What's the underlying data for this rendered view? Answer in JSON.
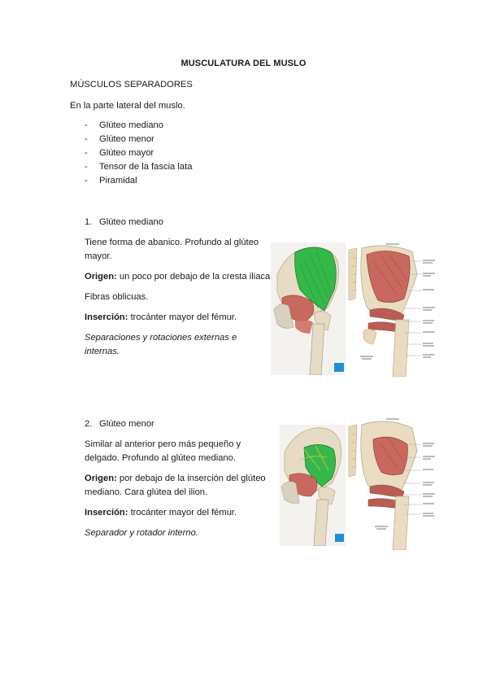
{
  "doc": {
    "title": "MUSCULATURA DEL MUSLO",
    "subtitle": "MÚSCULOS SEPARADORES",
    "intro": "En la parte lateral del muslo.",
    "bullets": [
      "Glúteo mediano",
      "Glúteo menor",
      "Glúteo mayor",
      "Tensor de la fascia lata",
      "Piramidal"
    ],
    "bullet_marker": "-"
  },
  "sections": [
    {
      "number": "1.",
      "heading": "Glúteo mediano",
      "desc": "Tiene forma de abanico. Profundo al glúteo mayor.",
      "origin_label": "Origen:",
      "origin_text": "un poco por debajo de la cresta iliaca",
      "fibers": "Fibras oblicuas.",
      "insertion_label": "Inserción:",
      "insertion_text": "trocánter mayor del fémur.",
      "action": "Separaciones y rotaciones externas e internas."
    },
    {
      "number": "2.",
      "heading": "Glúteo menor",
      "desc": "Similar al anterior pero más pequeño y delgado. Profundo al glúteo mediano.",
      "origin_label": "Origen:",
      "origin_text": "por debajo de la inserción del glúteo mediano. Cara glútea del ilion.",
      "insertion_label": "Inserción:",
      "insertion_text": "trocánter mayor del fémur.",
      "action": "Separador y rotador interno."
    }
  ],
  "colors": {
    "muscle_highlight": "#35b84a",
    "muscle_red": "#c9685e",
    "bone": "#e9dcc0",
    "badge_blue": "#1e8fd6"
  }
}
